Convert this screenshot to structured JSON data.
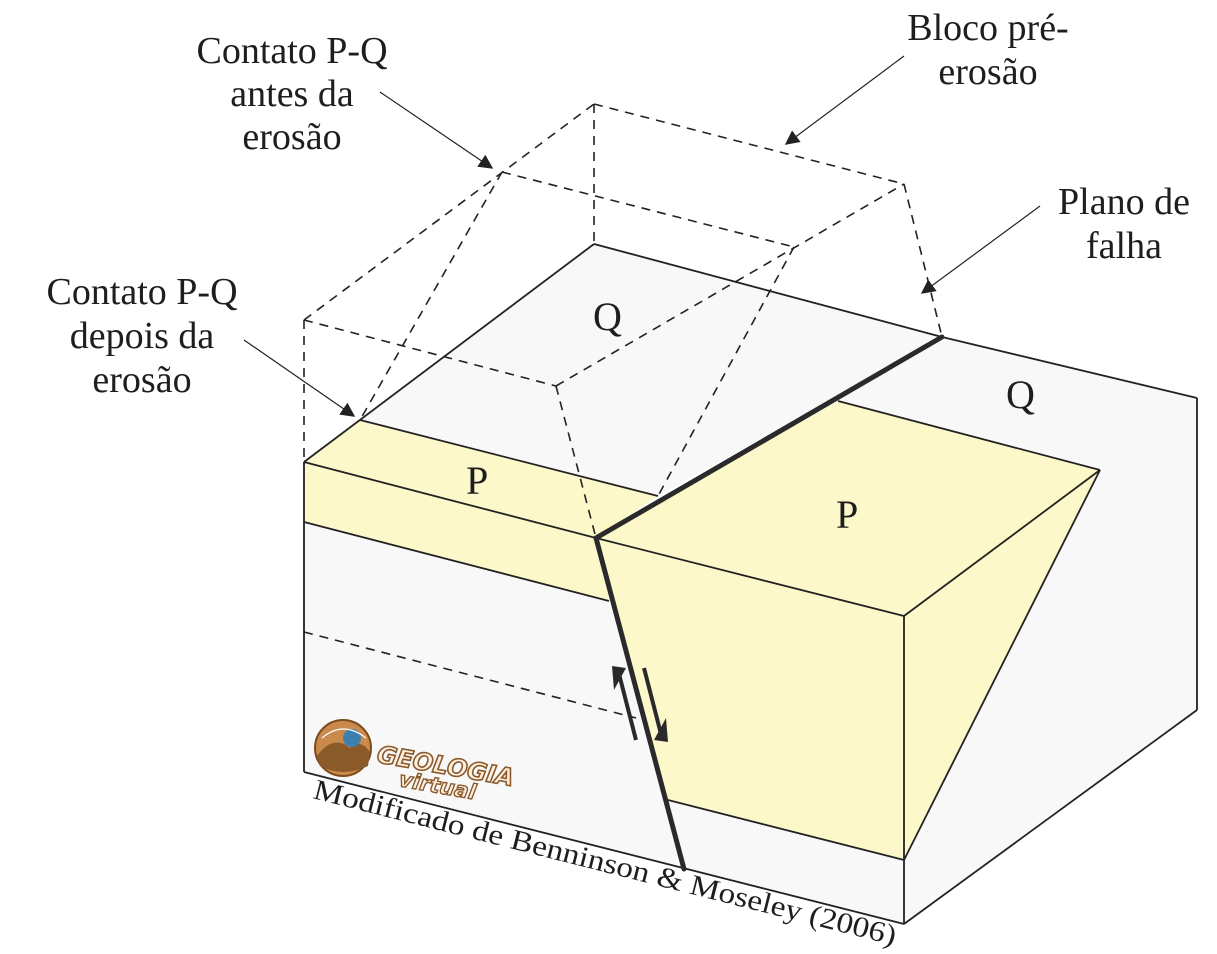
{
  "labels": {
    "contato_antes": [
      "Contato P-Q",
      "antes da",
      "erosão"
    ],
    "bloco": [
      "Bloco pré-",
      "erosão"
    ],
    "plano": [
      "Plano de",
      "falha"
    ],
    "contato_depois": [
      "Contato P-Q",
      "depois da",
      "erosão"
    ]
  },
  "units": {
    "q_left": "Q",
    "q_right": "Q",
    "p_left": "P",
    "p_right": "P"
  },
  "logo": {
    "line1": "GEOLOGIA",
    "line2": "virtual"
  },
  "credit": "Modificado de Benninson & Moseley (2006)",
  "colors": {
    "layer_p": "#fcf8c9",
    "layer_q": "#f8f8f8",
    "lines": "#222222",
    "fault": "#2a2a2a",
    "logo_brown": "#8a5a2b"
  }
}
